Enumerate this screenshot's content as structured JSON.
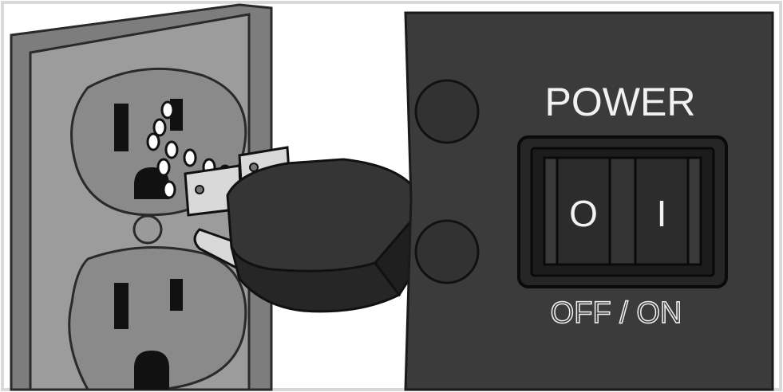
{
  "panel": {
    "power_label": "POWER",
    "off_symbol": "O",
    "on_symbol": "I",
    "off_on_label": "OFF / ON"
  },
  "colors": {
    "frame": "#d9d9d9",
    "wall_plate": "#9a9a9a",
    "outlet_face": "#8c8c8c",
    "panel": "#3a3a3a",
    "plug_body": "#2e2e2e",
    "prong": "#d8d8d8",
    "text_light": "#f2f2f2"
  },
  "icons": [
    "wall-outlet-icon",
    "power-plug-icon",
    "rocker-switch-icon"
  ]
}
